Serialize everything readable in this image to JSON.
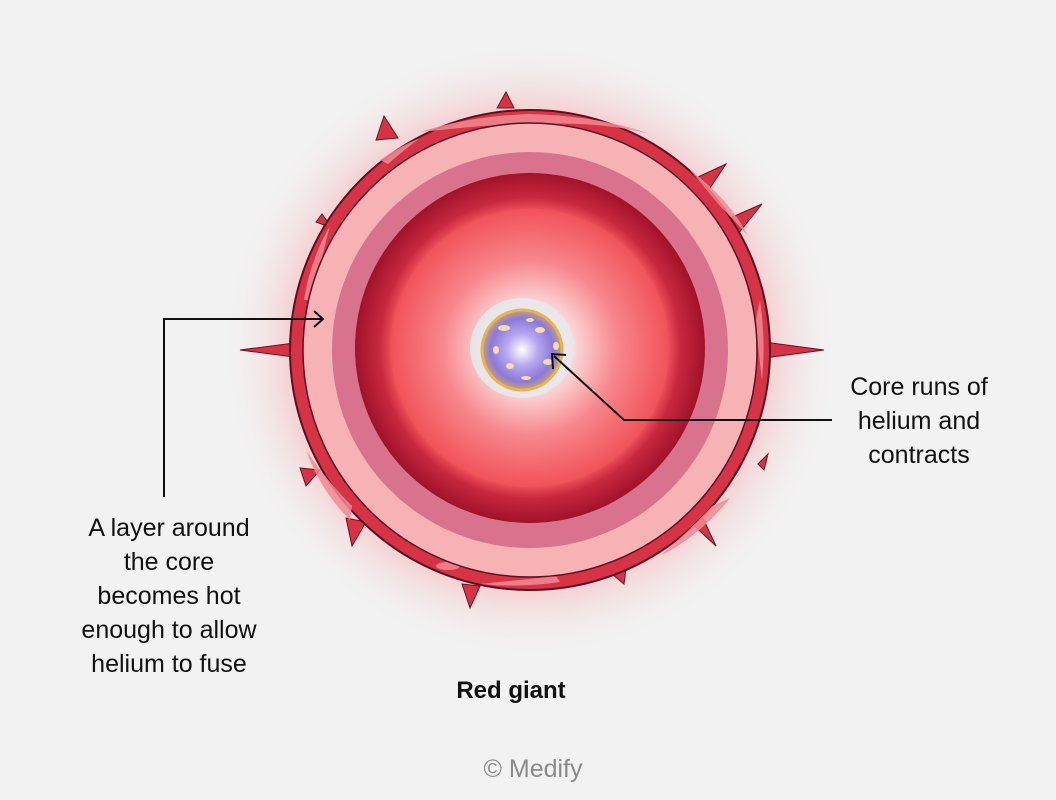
{
  "diagram": {
    "title": "Red giant",
    "annotations": {
      "core": "Core runs of\nhelium and\ncontracts",
      "layer": "A layer around\nthe core\nbecomes hot\nenough to allow\nhelium to fuse"
    },
    "credit": "© Medify"
  },
  "colors": {
    "background": "#f2f2f2",
    "outer_glow": "#f7c9cc",
    "crust": "#d63446",
    "crust_dark": "#b01c2e",
    "crust_highlight": "#f28a92",
    "pale_band": "#f7b2b6",
    "mauve_band": "#d9728c",
    "dark_red_ring": "#a0122a",
    "inner_gradient": "#f25c61",
    "core_gold": "#e9b44c",
    "core_violet": "#8c79d9",
    "arrow": "#111111"
  }
}
